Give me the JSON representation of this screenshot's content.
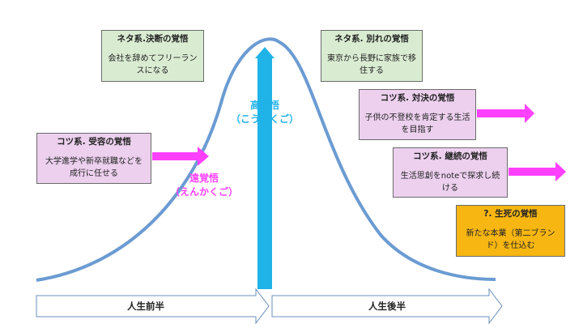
{
  "colors": {
    "curve": "#6b9bd2",
    "center_arrow": "#1fb3e8",
    "pink_arrow": "#ff40ff",
    "card_green": "#d9ecd2",
    "card_pink": "#ecd0ee",
    "card_gold": "#f7b611"
  },
  "cards": {
    "neta_end": {
      "title": "ネタ系.決断の覚悟",
      "body": "会社を辞めてフリーランスになる"
    },
    "neta_sep": {
      "title": "ネタ系. 別れの覚悟",
      "body": "東京から長野に家族で移住する"
    },
    "kotsu_taiketsu": {
      "title": "コツ系. 対決の覚悟",
      "body": "子供の不登校を肯定する生活を目指す"
    },
    "kotsu_keizoku": {
      "title": "コツ系. 継続の覚悟",
      "body": "生活思創をnoteで探求し続ける"
    },
    "kotsu_juyou": {
      "title": "コツ系. 受容の覚悟",
      "body": "大学進学や新卒就職などを成行に任せる"
    },
    "seishi": {
      "title": "?. 生死の覚悟",
      "body": "新たな本業（第二ブランド）を仕込む"
    }
  },
  "labels": {
    "koukakugo": "高覚悟",
    "koukakugo_kana": "（こうかくご）",
    "enkakugo": "遠覚悟",
    "enkakugo_kana": "（えんかくご）"
  },
  "phases": {
    "first_half": "人生前半",
    "second_half": "人生後半"
  }
}
